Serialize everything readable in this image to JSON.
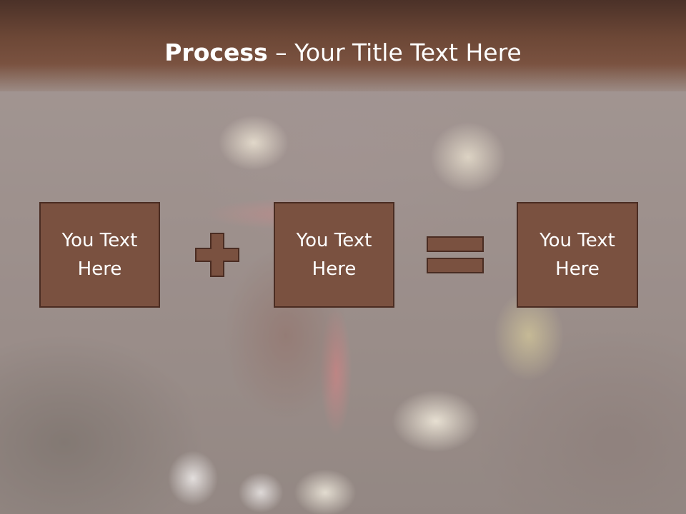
{
  "slide": {
    "title_bold": "Process",
    "title_rest": " – Your Title Text Here"
  },
  "process": {
    "boxes": [
      {
        "text": "You Text Here"
      },
      {
        "text": "You Text Here"
      },
      {
        "text": "You Text Here"
      }
    ],
    "operators": [
      "plus-icon",
      "equals-icon"
    ]
  },
  "colors": {
    "header_brown": "#6c4736",
    "box_fill": "#7a5140",
    "box_border": "#4a2c22",
    "title_text": "#ffffff"
  }
}
